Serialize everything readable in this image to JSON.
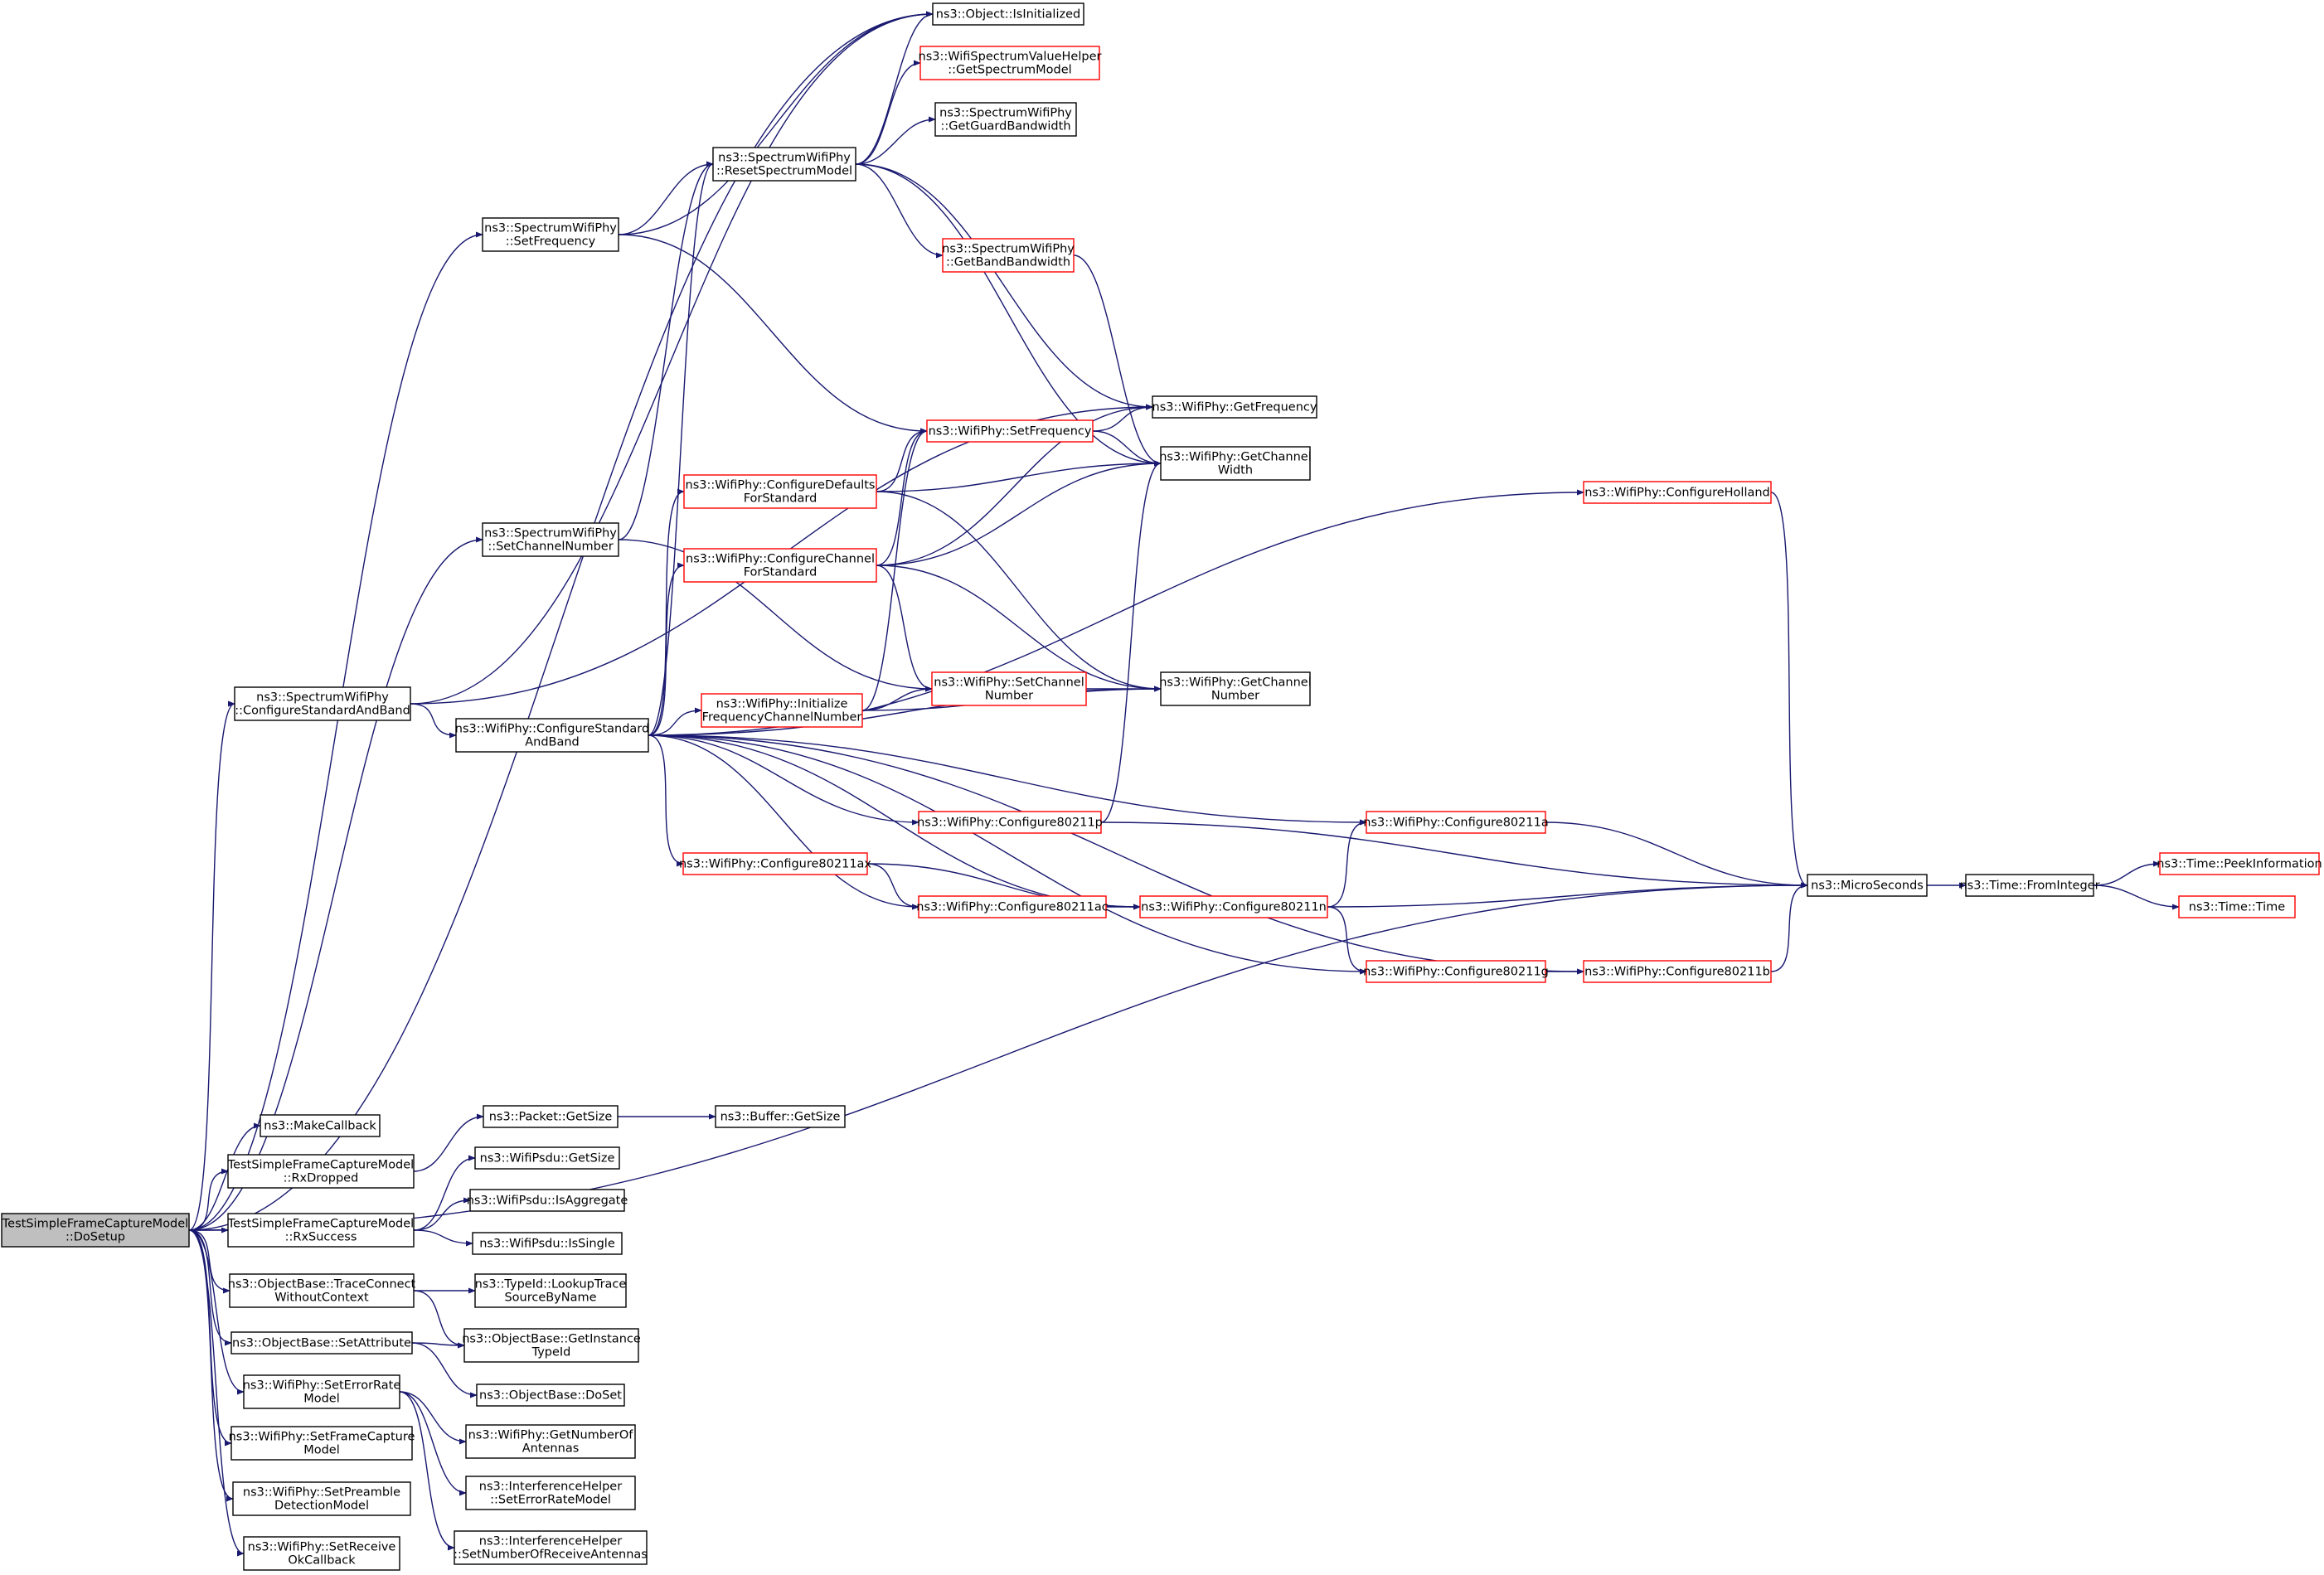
{
  "colors": {
    "edge": "#191970",
    "black_border": "#000000",
    "red_border": "#ff0000",
    "root_fill": "#bfbfbf",
    "fill": "#ffffff"
  },
  "nodes": [
    {
      "id": "root",
      "lines": [
        "TestSimpleFrameCaptureModel",
        "::DoSetup"
      ],
      "style": "root"
    },
    {
      "id": "isinit",
      "lines": [
        "ns3::Object::IsInitialized"
      ],
      "style": "black"
    },
    {
      "id": "getspecmodel",
      "lines": [
        "ns3::WifiSpectrumValueHelper",
        "::GetSpectrumModel"
      ],
      "style": "red"
    },
    {
      "id": "guardbw",
      "lines": [
        "ns3::SpectrumWifiPhy",
        "::GetGuardBandwidth"
      ],
      "style": "black"
    },
    {
      "id": "resetspec",
      "lines": [
        "ns3::SpectrumWifiPhy",
        "::ResetSpectrumModel"
      ],
      "style": "black"
    },
    {
      "id": "spsetfreq",
      "lines": [
        "ns3::SpectrumWifiPhy",
        "::SetFrequency"
      ],
      "style": "black"
    },
    {
      "id": "bandbw",
      "lines": [
        "ns3::SpectrumWifiPhy",
        "::GetBandBandwidth"
      ],
      "style": "red"
    },
    {
      "id": "getfreq",
      "lines": [
        "ns3::WifiPhy::GetFrequency"
      ],
      "style": "black"
    },
    {
      "id": "wpsetfreq",
      "lines": [
        "ns3::WifiPhy::SetFrequency"
      ],
      "style": "red"
    },
    {
      "id": "getchwidth",
      "lines": [
        "ns3::WifiPhy::GetChannel",
        "Width"
      ],
      "style": "black"
    },
    {
      "id": "cfgdefaults",
      "lines": [
        "ns3::WifiPhy::ConfigureDefaults",
        "ForStandard"
      ],
      "style": "red"
    },
    {
      "id": "holland",
      "lines": [
        "ns3::WifiPhy::ConfigureHolland"
      ],
      "style": "red"
    },
    {
      "id": "spsetchnum",
      "lines": [
        "ns3::SpectrumWifiPhy",
        "::SetChannelNumber"
      ],
      "style": "black"
    },
    {
      "id": "cfgchannel",
      "lines": [
        "ns3::WifiPhy::ConfigureChannel",
        "ForStandard"
      ],
      "style": "red"
    },
    {
      "id": "spcfgstd",
      "lines": [
        "ns3::SpectrumWifiPhy",
        "::ConfigureStandardAndBand"
      ],
      "style": "black"
    },
    {
      "id": "wpcfgstd",
      "lines": [
        "ns3::WifiPhy::ConfigureStandard",
        "AndBand"
      ],
      "style": "black"
    },
    {
      "id": "initfreq",
      "lines": [
        "ns3::WifiPhy::Initialize",
        "FrequencyChannelNumber"
      ],
      "style": "red"
    },
    {
      "id": "wpsetchnum",
      "lines": [
        "ns3::WifiPhy::SetChannel",
        "Number"
      ],
      "style": "red"
    },
    {
      "id": "getchnum",
      "lines": [
        "ns3::WifiPhy::GetChannel",
        "Number"
      ],
      "style": "black"
    },
    {
      "id": "c80211p",
      "lines": [
        "ns3::WifiPhy::Configure80211p"
      ],
      "style": "red"
    },
    {
      "id": "c80211a",
      "lines": [
        "ns3::WifiPhy::Configure80211a"
      ],
      "style": "red"
    },
    {
      "id": "c80211ax",
      "lines": [
        "ns3::WifiPhy::Configure80211ax"
      ],
      "style": "red"
    },
    {
      "id": "c80211ac",
      "lines": [
        "ns3::WifiPhy::Configure80211ac"
      ],
      "style": "red"
    },
    {
      "id": "c80211n",
      "lines": [
        "ns3::WifiPhy::Configure80211n"
      ],
      "style": "red"
    },
    {
      "id": "c80211g",
      "lines": [
        "ns3::WifiPhy::Configure80211g"
      ],
      "style": "red"
    },
    {
      "id": "c80211b",
      "lines": [
        "ns3::WifiPhy::Configure80211b"
      ],
      "style": "red"
    },
    {
      "id": "micro",
      "lines": [
        "ns3::MicroSeconds"
      ],
      "style": "black"
    },
    {
      "id": "fromint",
      "lines": [
        "ns3::Time::FromInteger"
      ],
      "style": "black"
    },
    {
      "id": "peek",
      "lines": [
        "ns3::Time::PeekInformation"
      ],
      "style": "red"
    },
    {
      "id": "timetime",
      "lines": [
        "ns3::Time::Time"
      ],
      "style": "red"
    },
    {
      "id": "makecb",
      "lines": [
        "ns3::MakeCallback"
      ],
      "style": "black"
    },
    {
      "id": "pktsize",
      "lines": [
        "ns3::Packet::GetSize"
      ],
      "style": "black"
    },
    {
      "id": "bufsize",
      "lines": [
        "ns3::Buffer::GetSize"
      ],
      "style": "black"
    },
    {
      "id": "rxdropped",
      "lines": [
        "TestSimpleFrameCaptureModel",
        "::RxDropped"
      ],
      "style": "black"
    },
    {
      "id": "psdusize",
      "lines": [
        "ns3::WifiPsdu::GetSize"
      ],
      "style": "black"
    },
    {
      "id": "psduagg",
      "lines": [
        "ns3::WifiPsdu::IsAggregate"
      ],
      "style": "black"
    },
    {
      "id": "rxsuccess",
      "lines": [
        "TestSimpleFrameCaptureModel",
        "::RxSuccess"
      ],
      "style": "black"
    },
    {
      "id": "psdusingle",
      "lines": [
        "ns3::WifiPsdu::IsSingle"
      ],
      "style": "black"
    },
    {
      "id": "traceconn",
      "lines": [
        "ns3::ObjectBase::TraceConnect",
        "WithoutContext"
      ],
      "style": "black"
    },
    {
      "id": "lookuptrace",
      "lines": [
        "ns3::TypeId::LookupTrace",
        "SourceByName"
      ],
      "style": "black"
    },
    {
      "id": "setattr",
      "lines": [
        "ns3::ObjectBase::SetAttribute"
      ],
      "style": "black"
    },
    {
      "id": "getinsttype",
      "lines": [
        "ns3::ObjectBase::GetInstance",
        "TypeId"
      ],
      "style": "black"
    },
    {
      "id": "doset",
      "lines": [
        "ns3::ObjectBase::DoSet"
      ],
      "style": "black"
    },
    {
      "id": "seterrrate",
      "lines": [
        "ns3::WifiPhy::SetErrorRate",
        "Model"
      ],
      "style": "black"
    },
    {
      "id": "getnumant",
      "lines": [
        "ns3::WifiPhy::GetNumberOf",
        "Antennas"
      ],
      "style": "black"
    },
    {
      "id": "ihseterr",
      "lines": [
        "ns3::InterferenceHelper",
        "::SetErrorRateModel"
      ],
      "style": "black"
    },
    {
      "id": "setframecap",
      "lines": [
        "ns3::WifiPhy::SetFrameCapture",
        "Model"
      ],
      "style": "black"
    },
    {
      "id": "ihsetnumant",
      "lines": [
        "ns3::InterferenceHelper",
        "::SetNumberOfReceiveAntennas"
      ],
      "style": "black"
    },
    {
      "id": "setpreamble",
      "lines": [
        "ns3::WifiPhy::SetPreamble",
        "DetectionModel"
      ],
      "style": "black"
    },
    {
      "id": "setreceiveok",
      "lines": [
        "ns3::WifiPhy::SetReceive",
        "OkCallback"
      ],
      "style": "black"
    }
  ],
  "edges": [
    [
      "root",
      "isinit"
    ],
    [
      "root",
      "spsetfreq"
    ],
    [
      "root",
      "spsetchnum"
    ],
    [
      "root",
      "spcfgstd"
    ],
    [
      "root",
      "micro"
    ],
    [
      "root",
      "makecb"
    ],
    [
      "root",
      "rxdropped"
    ],
    [
      "root",
      "rxsuccess"
    ],
    [
      "root",
      "traceconn"
    ],
    [
      "root",
      "setattr"
    ],
    [
      "root",
      "seterrrate"
    ],
    [
      "root",
      "setframecap"
    ],
    [
      "root",
      "setpreamble"
    ],
    [
      "root",
      "setreceiveok"
    ],
    [
      "resetspec",
      "isinit"
    ],
    [
      "resetspec",
      "getspecmodel"
    ],
    [
      "resetspec",
      "guardbw"
    ],
    [
      "resetspec",
      "bandbw"
    ],
    [
      "resetspec",
      "getfreq"
    ],
    [
      "resetspec",
      "getchwidth"
    ],
    [
      "spsetfreq",
      "isinit"
    ],
    [
      "spsetfreq",
      "resetspec"
    ],
    [
      "spsetfreq",
      "wpsetfreq"
    ],
    [
      "bandbw",
      "getchwidth"
    ],
    [
      "wpsetfreq",
      "getfreq"
    ],
    [
      "wpsetfreq",
      "getchwidth"
    ],
    [
      "cfgdefaults",
      "wpsetfreq"
    ],
    [
      "cfgdefaults",
      "getchwidth"
    ],
    [
      "cfgdefaults",
      "getchnum"
    ],
    [
      "holland",
      "micro"
    ],
    [
      "spsetchnum",
      "resetspec"
    ],
    [
      "spsetchnum",
      "wpsetchnum"
    ],
    [
      "cfgchannel",
      "wpsetfreq"
    ],
    [
      "cfgchannel",
      "getfreq"
    ],
    [
      "cfgchannel",
      "getchwidth"
    ],
    [
      "cfgchannel",
      "wpsetchnum"
    ],
    [
      "cfgchannel",
      "getchnum"
    ],
    [
      "spcfgstd",
      "isinit"
    ],
    [
      "spcfgstd",
      "wpcfgstd"
    ],
    [
      "spcfgstd",
      "getfreq"
    ],
    [
      "wpcfgstd",
      "resetspec"
    ],
    [
      "wpcfgstd",
      "holland"
    ],
    [
      "wpcfgstd",
      "c80211a"
    ],
    [
      "wpcfgstd",
      "cfgdefaults"
    ],
    [
      "wpcfgstd",
      "cfgchannel"
    ],
    [
      "wpcfgstd",
      "initfreq"
    ],
    [
      "wpcfgstd",
      "getchnum"
    ],
    [
      "wpcfgstd",
      "c80211p"
    ],
    [
      "wpcfgstd",
      "c80211ax"
    ],
    [
      "wpcfgstd",
      "c80211ac"
    ],
    [
      "wpcfgstd",
      "c80211n"
    ],
    [
      "wpcfgstd",
      "c80211g"
    ],
    [
      "wpcfgstd",
      "c80211b"
    ],
    [
      "initfreq",
      "wpsetfreq"
    ],
    [
      "initfreq",
      "wpsetchnum"
    ],
    [
      "initfreq",
      "getchnum"
    ],
    [
      "wpsetchnum",
      "getchnum"
    ],
    [
      "c80211p",
      "getchwidth"
    ],
    [
      "c80211p",
      "micro"
    ],
    [
      "c80211a",
      "micro"
    ],
    [
      "c80211ax",
      "c80211ac"
    ],
    [
      "c80211ax",
      "c80211n"
    ],
    [
      "c80211ac",
      "c80211n"
    ],
    [
      "c80211n",
      "c80211a"
    ],
    [
      "c80211n",
      "micro"
    ],
    [
      "c80211n",
      "c80211g"
    ],
    [
      "c80211g",
      "c80211b"
    ],
    [
      "c80211b",
      "micro"
    ],
    [
      "micro",
      "fromint"
    ],
    [
      "fromint",
      "peek"
    ],
    [
      "fromint",
      "timetime"
    ],
    [
      "pktsize",
      "bufsize"
    ],
    [
      "rxdropped",
      "pktsize"
    ],
    [
      "rxsuccess",
      "psdusize"
    ],
    [
      "rxsuccess",
      "psduagg"
    ],
    [
      "rxsuccess",
      "psdusingle"
    ],
    [
      "traceconn",
      "lookuptrace"
    ],
    [
      "traceconn",
      "getinsttype"
    ],
    [
      "setattr",
      "getinsttype"
    ],
    [
      "setattr",
      "doset"
    ],
    [
      "seterrrate",
      "getnumant"
    ],
    [
      "seterrrate",
      "ihseterr"
    ],
    [
      "seterrrate",
      "ihsetnumant"
    ]
  ]
}
